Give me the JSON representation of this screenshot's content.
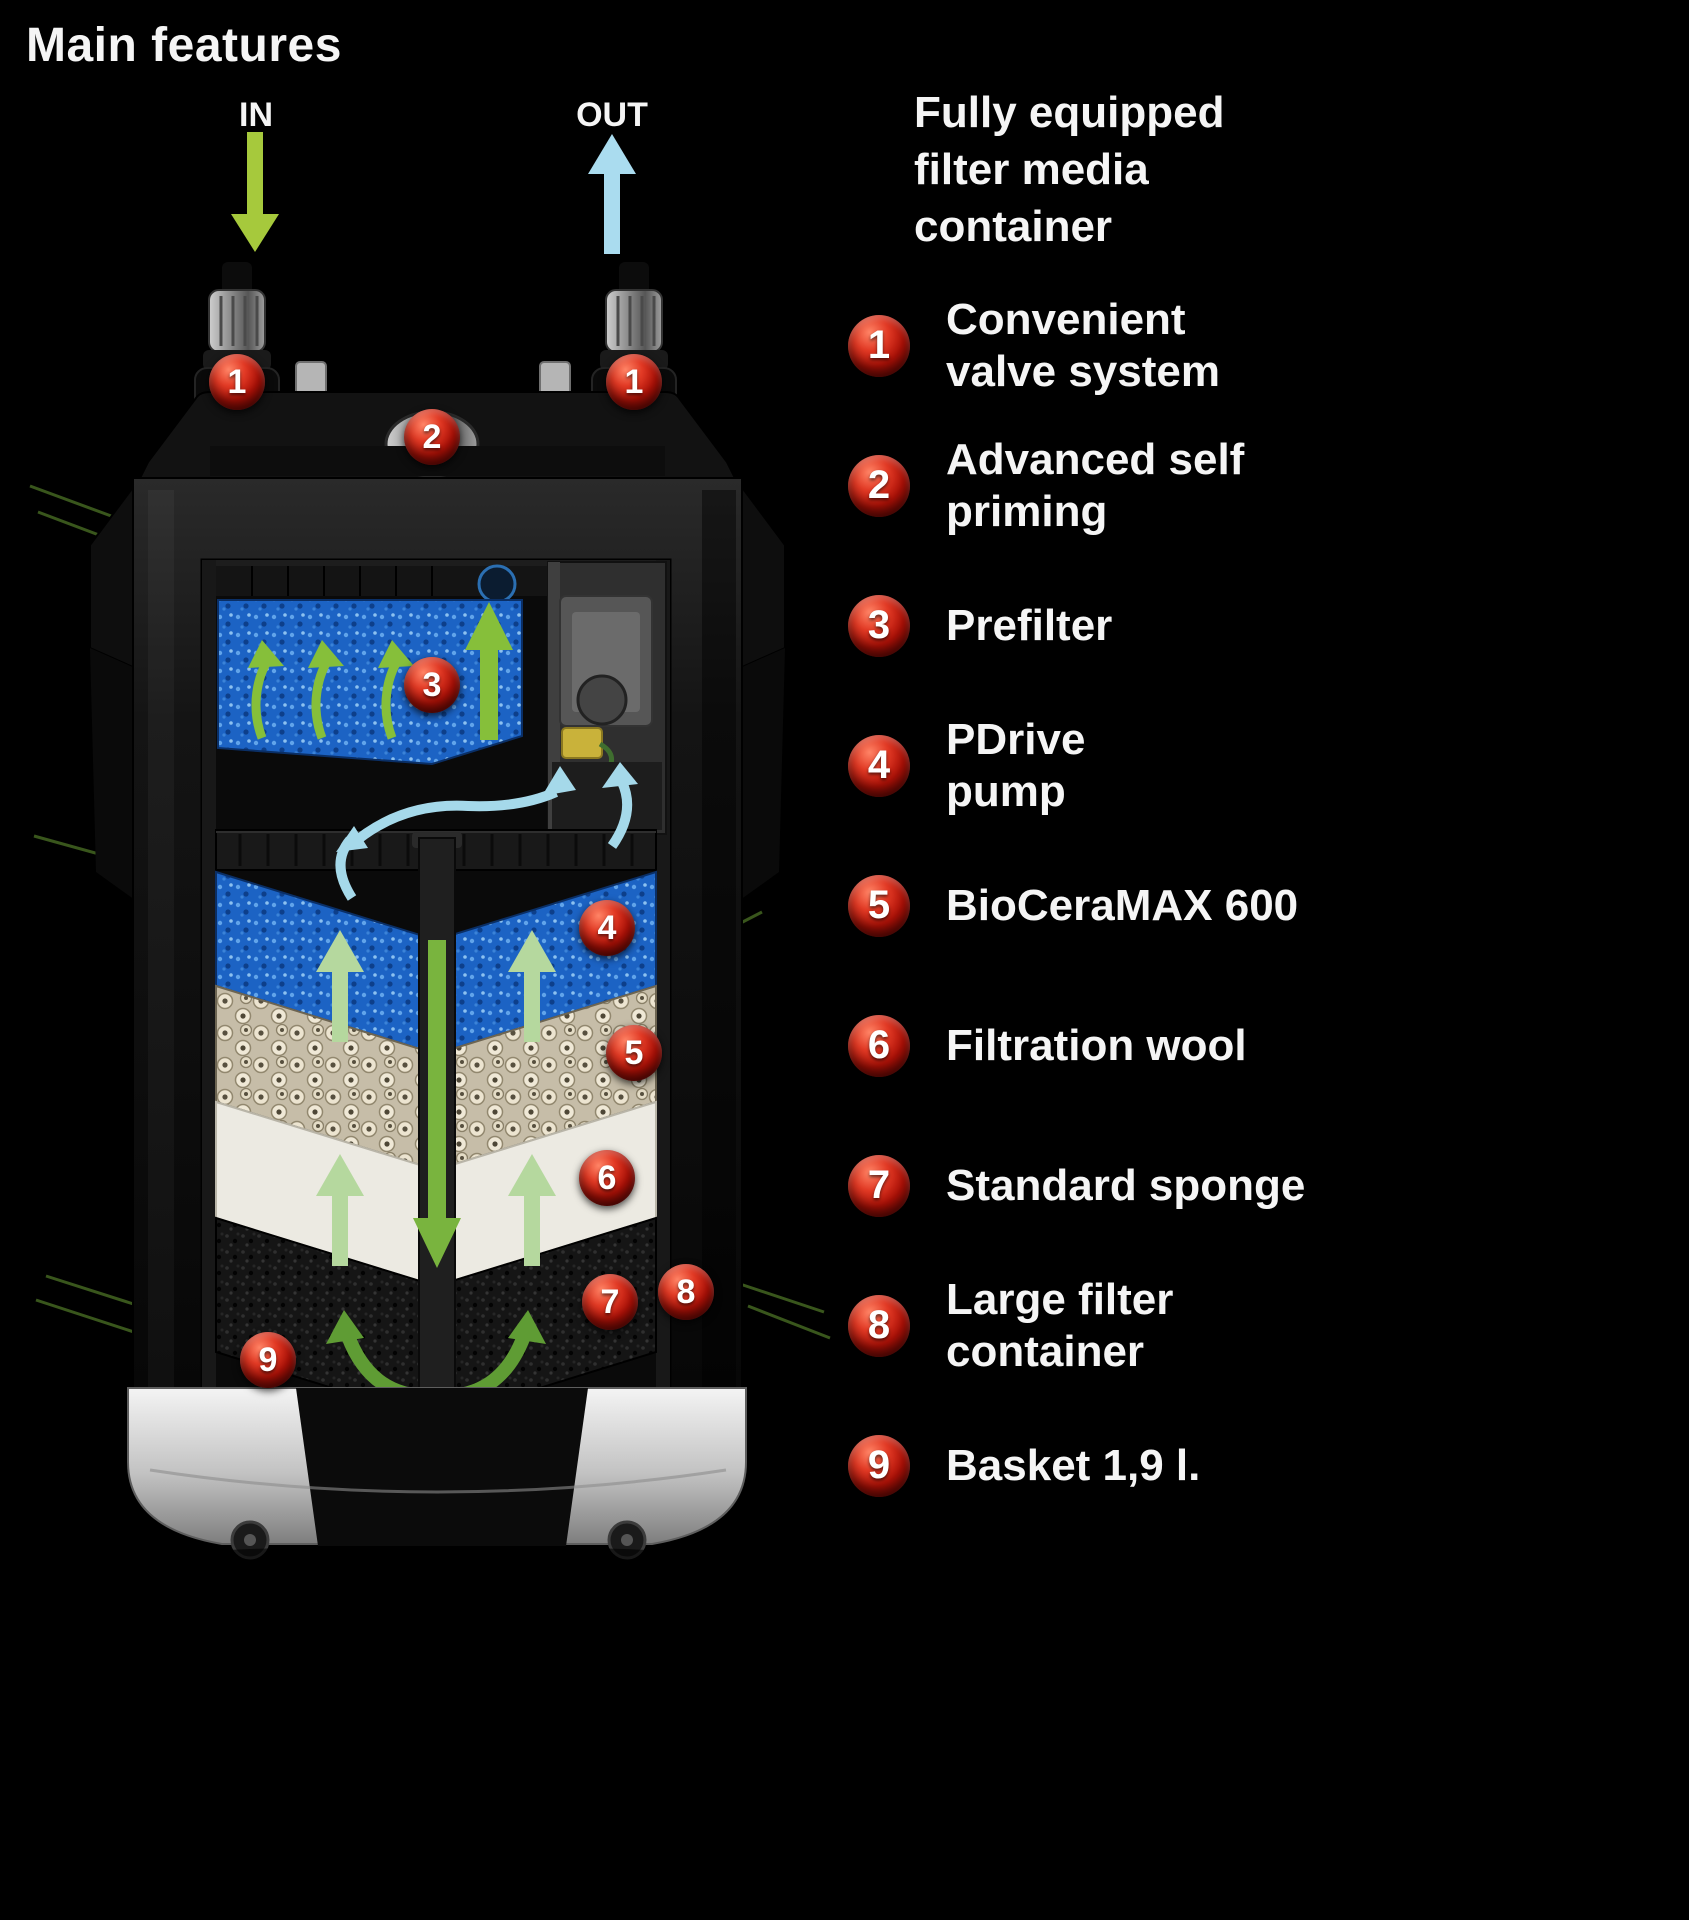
{
  "title": "Main features",
  "flow_labels": {
    "in": "IN",
    "out": "OUT"
  },
  "intro": "Fully equipped\nfilter media\ncontainer",
  "features": [
    {
      "num": "1",
      "label": "Convenient\nvalve system"
    },
    {
      "num": "2",
      "label": "Advanced self\npriming"
    },
    {
      "num": "3",
      "label": "Prefilter"
    },
    {
      "num": "4",
      "label": "PDrive\npump"
    },
    {
      "num": "5",
      "label": "BioCeraMAX 600"
    },
    {
      "num": "6",
      "label": "Filtration wool"
    },
    {
      "num": "7",
      "label": "Standard sponge"
    },
    {
      "num": "8",
      "label": "Large filter\ncontainer"
    },
    {
      "num": "9",
      "label": "Basket 1,9 l."
    }
  ],
  "device_badges": [
    "1",
    "1",
    "2",
    "3",
    "4",
    "5",
    "6",
    "7",
    "8",
    "9"
  ],
  "colors": {
    "badge_red": "#c4170c",
    "flow_in_green": "#a6c93c",
    "flow_out_blue": "#aadcef",
    "media_blue": "#1c63c4",
    "arrow_green": "#79b43e",
    "background": "#000000"
  }
}
